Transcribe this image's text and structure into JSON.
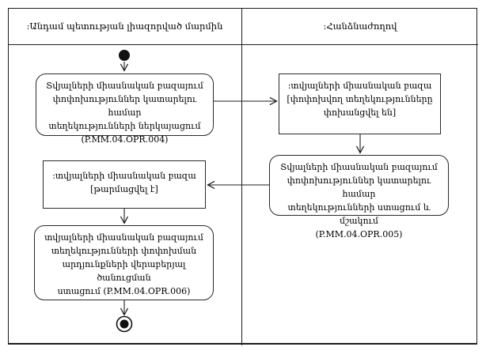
{
  "diagram": {
    "kind": "uml-activity-swimlane",
    "lanes": [
      {
        "title": ":Անդամ պետության լիազորված մարմին"
      },
      {
        "title": ":Հանձնաժողով"
      }
    ],
    "nodes": {
      "action_opr_004": {
        "type": "action",
        "lines": [
          "Տվյալների միասնական բազայում",
          "փոփոխություններ կատարելու համար",
          "տեղեկությունների ներկայացում",
          "(P.MM.04.OPR.004)"
        ]
      },
      "object_db_transferred": {
        "type": "object",
        "lines": [
          ":տվյալների միասնական բազա",
          "[փոփոխվող տեղեկությունները",
          "փոխանցվել են]"
        ]
      },
      "action_opr_005": {
        "type": "action",
        "lines": [
          "Տվյալների միասնական բազայում",
          "փոփոխություններ կատարելու համար",
          "տեղեկությունների ստացում և մշակում",
          "(P.MM.04.OPR.005)"
        ]
      },
      "object_db_updated": {
        "type": "object",
        "lines": [
          ":տվյալների միասնական բազա",
          "[թարմացվել է]"
        ]
      },
      "action_opr_006": {
        "type": "action",
        "lines": [
          "տվյալների միասնական բազայում",
          "տեղեկությունների փոփոխման",
          "արդյունքների վերաբերյալ ծանուցման",
          "ստացում (P.MM.04.OPR.006)"
        ]
      }
    },
    "colors": {
      "line": "#1c1c1c",
      "node_border": "#2a2a2a",
      "background": "#ffffff",
      "text": "#000000"
    }
  }
}
